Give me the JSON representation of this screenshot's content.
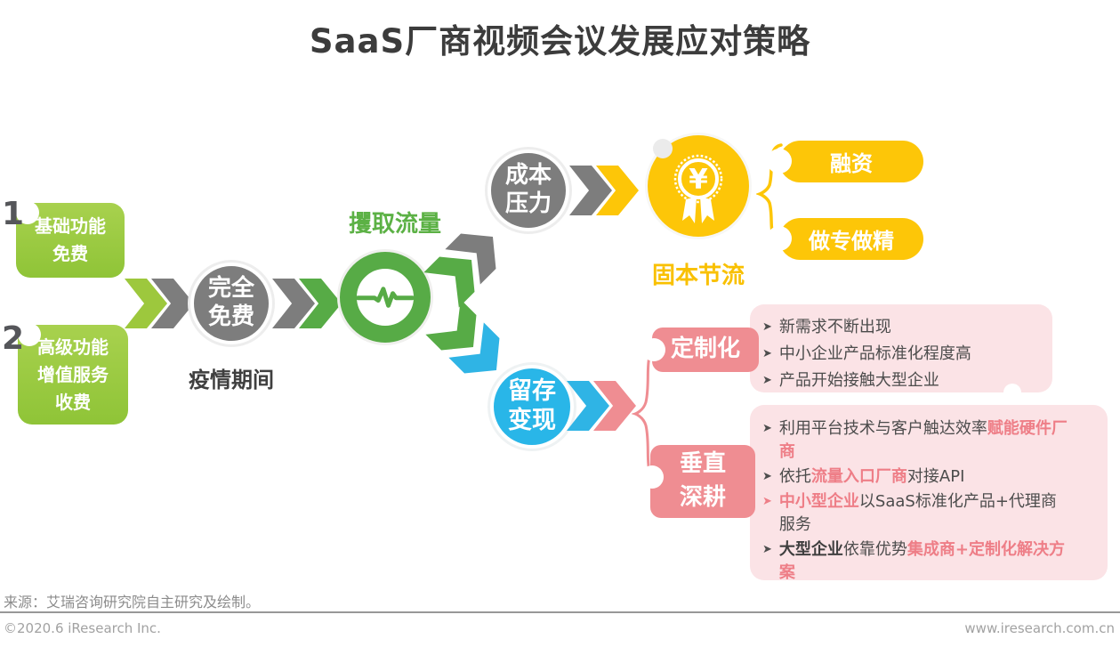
{
  "title": "SaaS厂商视频会议发展应对策略",
  "left": {
    "step1_number": "1",
    "step1_lines": [
      "基础功能",
      "免费"
    ],
    "step2_number": "2",
    "step2_lines": [
      "高级功能",
      "增值服务",
      "收费"
    ]
  },
  "stage_free": {
    "line1": "完全",
    "line2": "免费",
    "caption": "疫情期间"
  },
  "stage_traffic": {
    "label": "攫取流量"
  },
  "upper_branch": {
    "circle_line1": "成本",
    "circle_line2": "压力",
    "result_label": "固本节流",
    "pill1": "融资",
    "pill2": "做专做精"
  },
  "lower_branch": {
    "circle_line1": "留存",
    "circle_line2": "变现",
    "customization": {
      "label": "定制化",
      "items": [
        {
          "marker": "dark",
          "segments": [
            {
              "t": "新需求不断出现",
              "s": "n"
            }
          ]
        },
        {
          "marker": "dark",
          "segments": [
            {
              "t": "中小企业产品标准化程度高",
              "s": "n"
            }
          ]
        },
        {
          "marker": "dark",
          "segments": [
            {
              "t": "产品开始接触大型企业",
              "s": "n"
            }
          ]
        }
      ]
    },
    "vertical": {
      "label_line1": "垂直",
      "label_line2": "深耕",
      "items": [
        {
          "marker": "dark",
          "segments": [
            {
              "t": "利用平台技术与客户触达效率",
              "s": "n"
            },
            {
              "t": "赋能硬件厂商",
              "s": "p"
            }
          ]
        },
        {
          "marker": "dark",
          "segments": [
            {
              "t": "依托",
              "s": "n"
            },
            {
              "t": "流量入口厂商",
              "s": "p"
            },
            {
              "t": "对接API",
              "s": "n"
            }
          ]
        },
        {
          "marker": "pink",
          "segments": [
            {
              "t": "中小型企业",
              "s": "p"
            },
            {
              "t": "以SaaS标准化产品+代理商服务",
              "s": "n"
            }
          ]
        },
        {
          "marker": "dark",
          "segments": [
            {
              "t": "大型企业",
              "s": "b"
            },
            {
              "t": "依靠优势",
              "s": "n"
            },
            {
              "t": "集成商+定制化解决方案",
              "s": "p"
            }
          ]
        }
      ]
    }
  },
  "footer": {
    "source": "来源：艾瑞咨询研究院自主研究及绘制。",
    "copyright": "©2020.6 iResearch Inc.",
    "website": "www.iresearch.com.cn"
  },
  "icons": {
    "pulse": "pulse-line-icon",
    "medal": "medal-yen-icon",
    "yen_symbol": "¥",
    "bullet_marker": "➤"
  },
  "colors": {
    "green_light": "#9dc83d",
    "green": "#57ab46",
    "gray": "#7d7d7d",
    "blue": "#29b6e8",
    "yellow": "#fdc608",
    "pink": "#ef8d92",
    "pink_light": "#fbe3e6",
    "pink_text": "#ee7e87"
  }
}
